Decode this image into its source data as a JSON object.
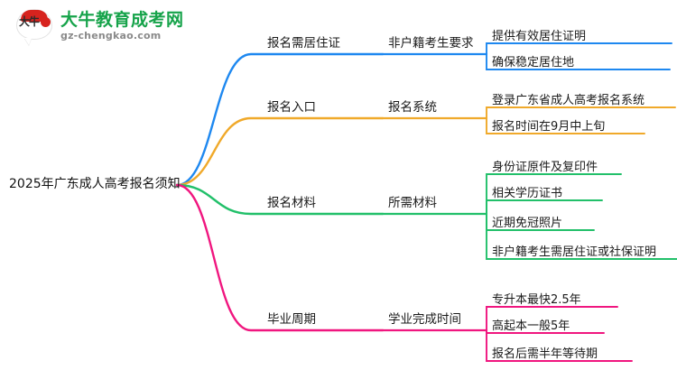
{
  "logo": {
    "mark_text": "大牛",
    "title": "大牛教育成考网",
    "subtitle": "gz-chengkao.com",
    "title_color": "#16a34a",
    "subtitle_color": "#8a8a8a",
    "mark_color": "#d7231e"
  },
  "mindmap": {
    "root": "2025年广东成人高考报名须知",
    "branch_colors": {
      "blue": "#1e88f0",
      "orange": "#f0a92a",
      "green": "#22c06a",
      "pink": "#f0167f"
    },
    "branches": [
      {
        "color_key": "blue",
        "color": "#1e88f0",
        "l1": "报名需居住证",
        "l2": "非户籍考生要求",
        "leaves": [
          "提供有效居住证明",
          "确保稳定居住地"
        ]
      },
      {
        "color_key": "orange",
        "color": "#f0a92a",
        "l1": "报名入口",
        "l2": "报名系统",
        "leaves": [
          "登录广东省成人高考报名系统",
          "报名时间在9月中上旬"
        ]
      },
      {
        "color_key": "green",
        "color": "#22c06a",
        "l1": "报名材料",
        "l2": "所需材料",
        "leaves": [
          "身份证原件及复印件",
          "相关学历证书",
          "近期免冠照片",
          "非户籍考生需居住证或社保证明"
        ]
      },
      {
        "color_key": "pink",
        "color": "#f0167f",
        "l1": "毕业周期",
        "l2": "学业完成时间",
        "leaves": [
          "专升本最快2.5年",
          "高起本一般5年",
          "报名后需半年等待期"
        ]
      }
    ]
  }
}
